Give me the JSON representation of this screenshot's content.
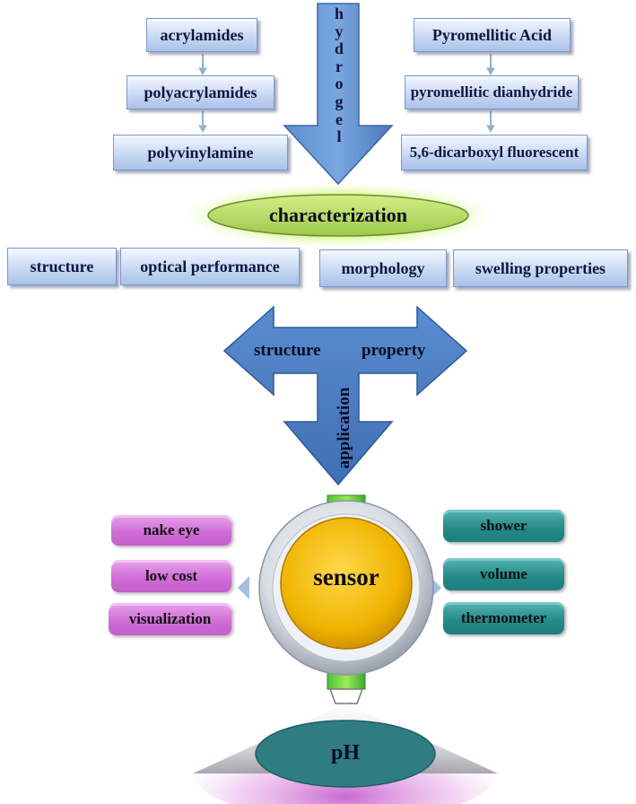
{
  "top": {
    "left_chain": [
      "acrylamides",
      "polyacrylamides",
      "polyvinylamine"
    ],
    "right_chain": [
      "Pyromellitic Acid",
      "pyromellitic dianhydride",
      "5,6-dicarboxyl fluorescent"
    ],
    "hydrogel_letters": [
      "h",
      "y",
      "d",
      "r",
      "o",
      "g",
      "e",
      "l"
    ]
  },
  "characterization": {
    "label": "characterization",
    "items": [
      "structure",
      "optical performance",
      "morphology",
      "swelling properties"
    ]
  },
  "middle_arrow": {
    "left_label": "structure",
    "right_label": "property",
    "down_label": "application"
  },
  "sensor": {
    "label": "sensor",
    "left_items": [
      "nake eye",
      "low cost",
      "visualization"
    ],
    "right_items": [
      "shower",
      "volume",
      "thermometer"
    ],
    "bottom_label": "pH"
  },
  "colors": {
    "box_text": "#0d1640",
    "arrow_blue": "#4f81bd",
    "ellipse_green": "#b3d760",
    "sensor_gold": "#f2b800",
    "pink": "#d070d6",
    "teal": "#237f7d",
    "ph_ellipse": "#2f7d82"
  }
}
